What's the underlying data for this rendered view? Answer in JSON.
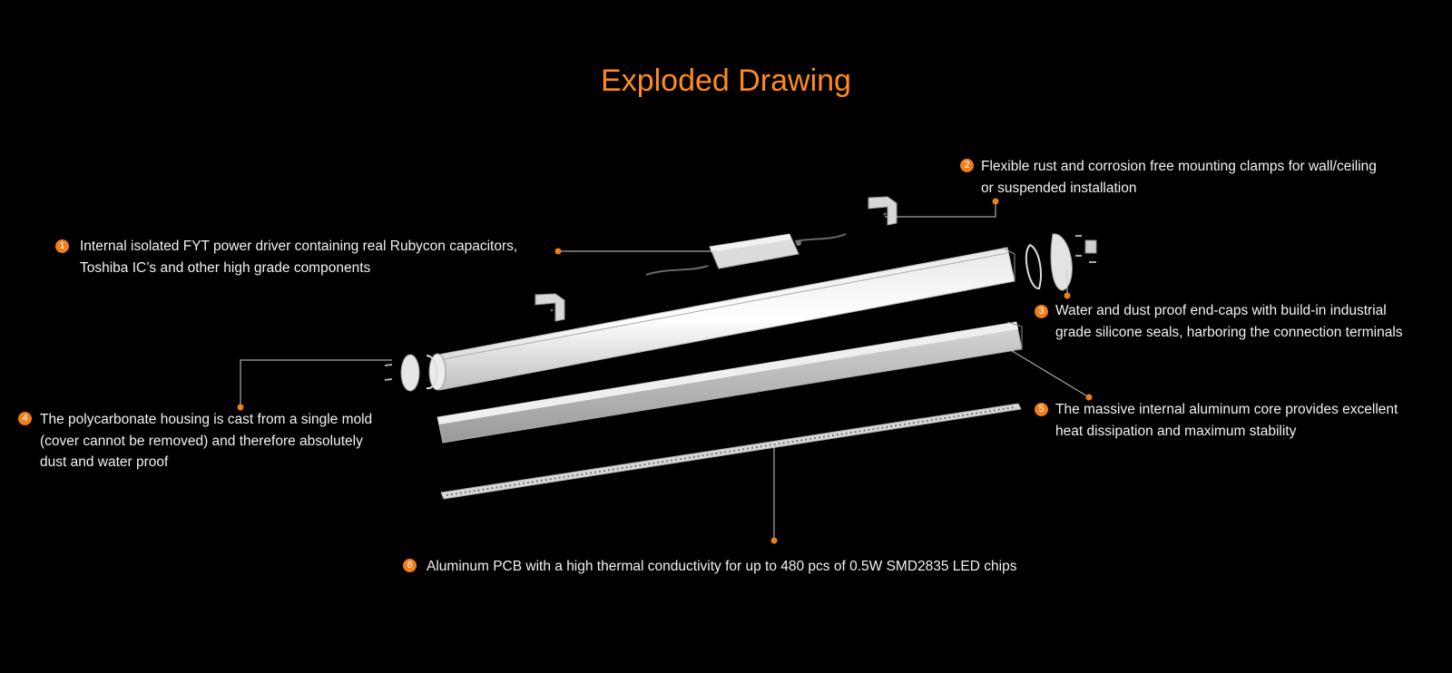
{
  "title": "Exploded Drawing",
  "accent_color": "#ff8a1e",
  "callouts": [
    {
      "num": "1",
      "lines": [
        "Internal isolated FYT power driver containing real Rubycon capacitors,",
        "Toshiba IC’s and other high grade components"
      ]
    },
    {
      "num": "2",
      "lines": [
        "Flexible rust and corrosion free mounting clamps for wall/ceiling",
        "or suspended installation"
      ]
    },
    {
      "num": "3",
      "lines": [
        "Water and dust proof end-caps with build-in industrial",
        "grade silicone seals, harboring the connection terminals"
      ]
    },
    {
      "num": "4",
      "lines": [
        "The polycarbonate housing is cast from a single mold",
        "(cover cannot be removed) and therefore absolutely",
        "dust and water proof"
      ]
    },
    {
      "num": "5",
      "lines": [
        "The massive internal aluminum core provides excellent",
        "heat dissipation and maximum stability"
      ]
    },
    {
      "num": "6",
      "lines": [
        "Aluminum PCB with a high thermal conductivity for up to 480 pcs of 0.5W SMD2835 LED chips"
      ]
    }
  ]
}
